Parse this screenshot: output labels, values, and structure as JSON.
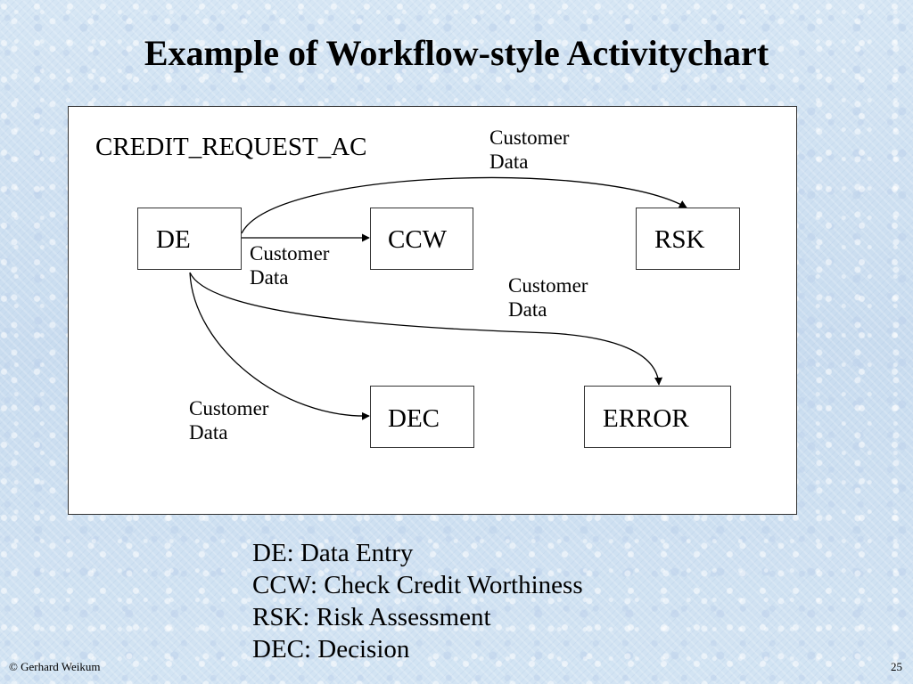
{
  "title": "Example of Workflow-style Activitychart",
  "chart_label": "CREDIT_REQUEST_AC",
  "nodes": {
    "de": "DE",
    "ccw": "CCW",
    "rsk": "RSK",
    "dec": "DEC",
    "error": "ERROR"
  },
  "edges": {
    "de_rsk": {
      "line1": "Customer",
      "line2": "Data"
    },
    "de_ccw": {
      "line1": "Customer",
      "line2": "Data"
    },
    "de_error": {
      "line1": "Customer",
      "line2": "Data"
    },
    "de_dec": {
      "line1": "Customer",
      "line2": "Data"
    }
  },
  "legend": [
    "DE: Data Entry",
    "CCW: Check Credit Worthiness",
    "RSK: Risk Assessment",
    "DEC: Decision"
  ],
  "footer": {
    "author": "© Gerhard Weikum",
    "page": "25"
  }
}
